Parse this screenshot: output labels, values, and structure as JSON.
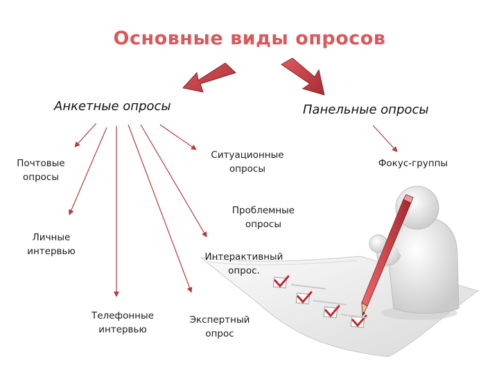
{
  "title": "Основные виды опросов",
  "categories": {
    "questionnaire": "Анкетные опросы",
    "panel": "Панельные опросы"
  },
  "questionnaire_items": {
    "postal": [
      "Почтовые",
      "опросы"
    ],
    "situational": [
      "Ситуационные",
      "опросы"
    ],
    "personal": [
      "Личные",
      "интервью"
    ],
    "problem": [
      "Проблемные",
      "опросы"
    ],
    "interactive": [
      "Интерактивный",
      "опрос."
    ],
    "phone": [
      "Телефонные",
      "интервью"
    ],
    "expert": [
      "Экспертный",
      "опрос"
    ]
  },
  "panel_items": {
    "focus": "Фокус-группы"
  },
  "colors": {
    "title": "#d8595a",
    "big_arrow": "#c0383f",
    "line": "#b33a3a"
  }
}
